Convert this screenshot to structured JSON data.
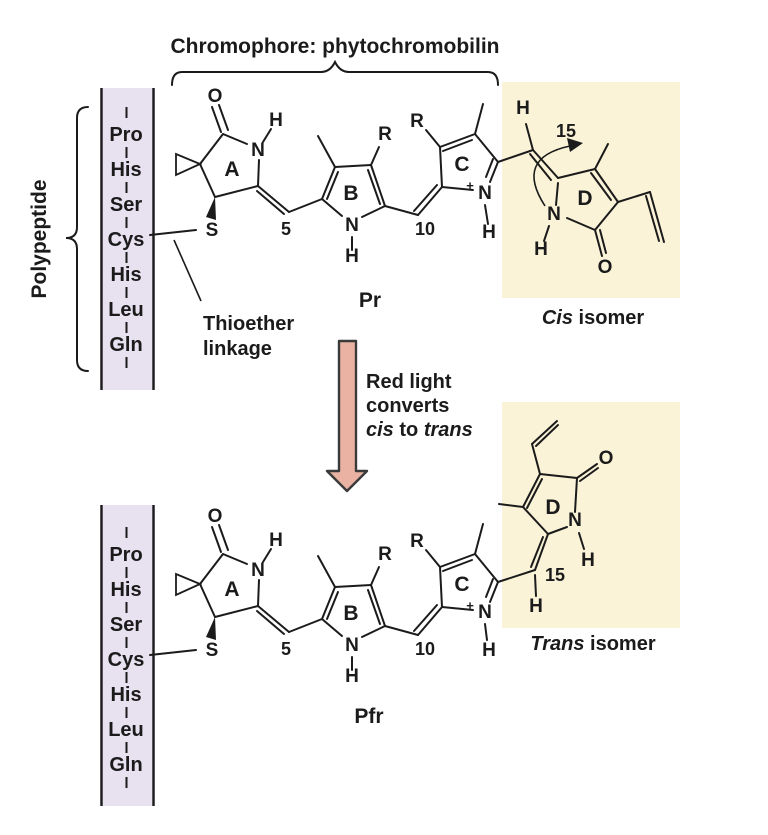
{
  "figure": {
    "title": "Chromophore: phytochromobilin",
    "polypeptide": {
      "label": "Polypeptide",
      "residues": [
        "Pro",
        "His",
        "Ser",
        "Cys",
        "His",
        "Leu",
        "Gln"
      ]
    },
    "annotations": {
      "thioether_line1": "Thioether",
      "thioether_line2": "linkage",
      "red_light_line1": "Red light",
      "red_light_line2": "converts",
      "red_light_cis": "cis",
      "red_light_to": " to ",
      "red_light_trans": "trans"
    },
    "atoms": {
      "oxygen": "O",
      "nitrogen": "N",
      "hydrogen": "H",
      "sulfur": "S",
      "r_group": "R",
      "plus": "+"
    },
    "rings": {
      "a": "A",
      "b": "B",
      "c": "C",
      "d": "D"
    },
    "positions": {
      "c5": "5",
      "c10": "10",
      "c15": "15"
    },
    "states": {
      "pr": "Pr",
      "pfr": "Pfr"
    },
    "isomers": {
      "cis": "Cis",
      "trans": "Trans",
      "suffix": " isomer"
    },
    "colors": {
      "polypeptide_strip": "#e7e1f0",
      "chromophore_box": "#faf3d8",
      "arrow_fill": "#e9b2a2",
      "line": "#1b1b1b"
    }
  }
}
